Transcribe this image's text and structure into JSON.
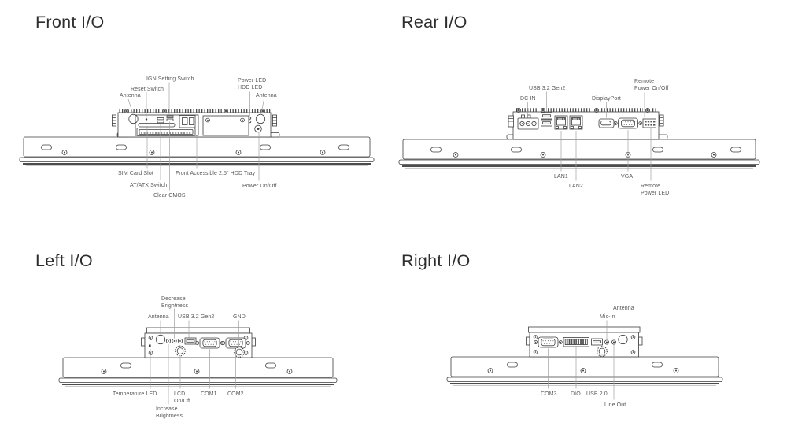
{
  "page": {
    "background": "#ffffff",
    "line_color": "#3d3d3d",
    "leader_color": "#a0a0a2",
    "label_color": "#57585a",
    "title_color": "#2d2d2e"
  },
  "quadrants": {
    "front": {
      "title": "Front I/O",
      "labels": {
        "antenna_left": "Antenna",
        "reset_switch": "Reset Switch",
        "ign_setting_switch": "IGN Setting Switch",
        "power_hdd_led": "Power LED\nHDD LED",
        "antenna_right": "Antenna",
        "sim_card_slot": "SIM Card Slot",
        "at_atx_switch": "AT/ATX Switch",
        "clear_cmos": "Clear CMOS",
        "hdd_tray": "Front Accessible 2.5\" HDD Tray",
        "power_on_off": "Power On/Off"
      }
    },
    "rear": {
      "title": "Rear I/O",
      "labels": {
        "usb": "USB 3.2 Gen2",
        "dc_in": "DC IN",
        "displayport": "DisplayPort",
        "remote_power_on_off": "Remote\nPower On/Off",
        "lan1": "LAN1",
        "lan2": "LAN2",
        "vga": "VGA",
        "remote_power_led": "Remote\nPower LED"
      }
    },
    "left": {
      "title": "Left I/O",
      "labels": {
        "decrease_brightness": "Decrease\nBrightness",
        "antenna": "Antenna",
        "usb": "USB 3.2 Gen2",
        "gnd": "GND",
        "temperature_led": "Temperature LED",
        "lcd_on_off": "LCD\nOn/Off",
        "com1": "COM1",
        "com2": "COM2",
        "increase_brightness": "Increase\nBrightness"
      }
    },
    "right": {
      "title": "Right I/O",
      "labels": {
        "antenna": "Antenna",
        "mic_in": "Mic-In",
        "com3": "COM3",
        "dio": "DIO",
        "usb": "USB 2.0",
        "line_out": "Line Out"
      }
    }
  }
}
